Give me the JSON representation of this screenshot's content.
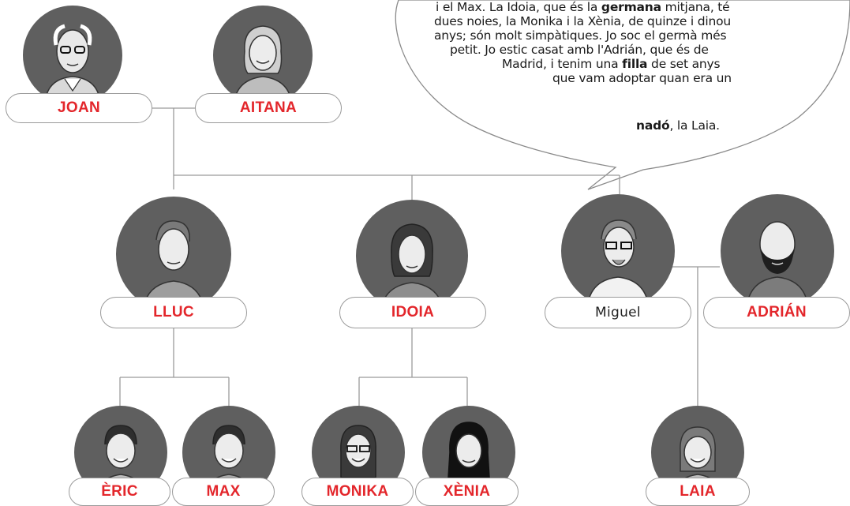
{
  "speech_bubble": {
    "lines": [
      [
        {
          "t": "i el Max. La Idoia, que és la "
        },
        {
          "t": "germana",
          "b": true
        },
        {
          "t": " mitjana, té"
        }
      ],
      [
        {
          "t": "dues noies, la Monika i la Xènia, de quinze i dinou"
        }
      ],
      [
        {
          "t": "anys; són molt simpàtiques. Jo soc el germà més"
        }
      ],
      [
        {
          "t": "petit. Jo estic casat amb l'Adrián, que és de"
        }
      ],
      [
        {
          "t": "Madrid, i tenim una "
        },
        {
          "t": "filla",
          "b": true
        },
        {
          "t": " de set anys"
        }
      ],
      [
        {
          "t": "que vam adoptar quan era un"
        }
      ],
      [
        {
          "t": "nadó",
          "b": true
        },
        {
          "t": ", la Laia."
        }
      ]
    ]
  },
  "members": {
    "joan": {
      "name": "JOAN"
    },
    "aitana": {
      "name": "AITANA"
    },
    "lluc": {
      "name": "LLUC"
    },
    "idoia": {
      "name": "IDOIA"
    },
    "miguel": {
      "name": "Miguel"
    },
    "adrian": {
      "name": "ADRIÁN"
    },
    "eric": {
      "name": "ÈRIC"
    },
    "max": {
      "name": "MAX"
    },
    "monika": {
      "name": "MONIKA"
    },
    "xenia": {
      "name": "XÈNIA"
    },
    "laia": {
      "name": "LAIA"
    }
  },
  "colors": {
    "name_red": "#e3262b",
    "avatar_gray": "#5f5f5f",
    "line_gray": "#9a9a9a"
  }
}
